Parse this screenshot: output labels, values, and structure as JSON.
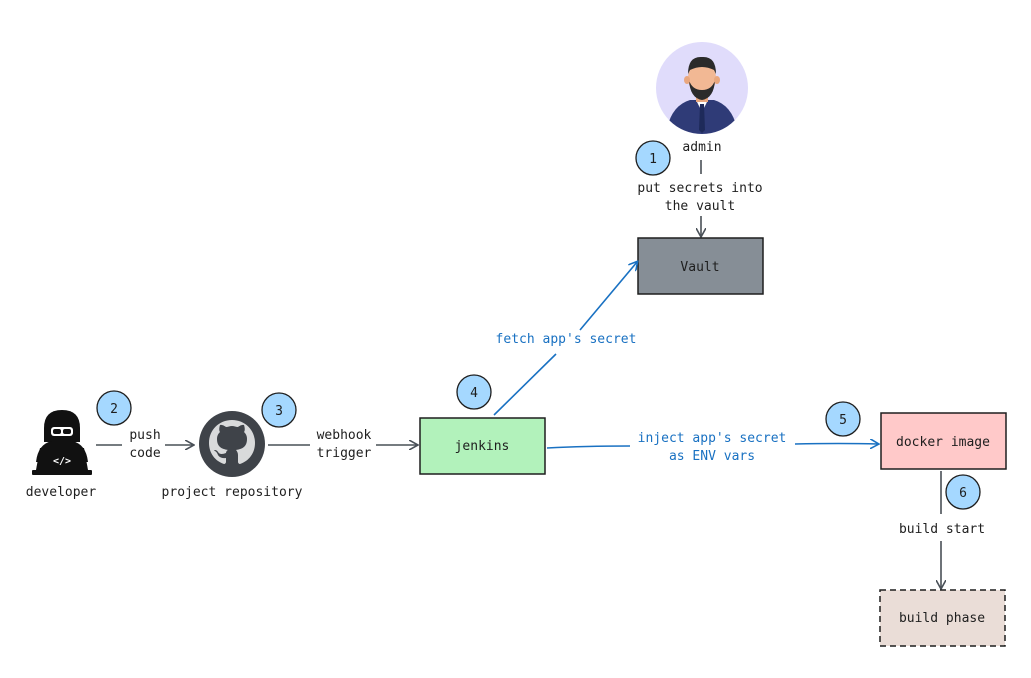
{
  "nodes": {
    "admin": {
      "label": "admin"
    },
    "vault": {
      "label": "Vault",
      "fill": "#868e96"
    },
    "developer": {
      "label": "developer"
    },
    "repository": {
      "label": "project repository"
    },
    "jenkins": {
      "label": "jenkins",
      "fill": "#b2f2bb"
    },
    "docker_image": {
      "label": "docker image",
      "fill": "#ffc9c9"
    },
    "build_phase": {
      "label": "build phase",
      "fill": "#eaddd7"
    }
  },
  "edges": {
    "admin_to_vault": [
      "put secrets into",
      "the vault"
    ],
    "dev_to_repo": [
      "push",
      "code"
    ],
    "repo_to_jenkins": [
      "webhook",
      "trigger"
    ],
    "jenkins_to_vault": [
      "fetch app's secret"
    ],
    "jenkins_to_docker": [
      "inject app's secret",
      "as ENV vars"
    ],
    "docker_to_build": [
      "build start"
    ]
  },
  "steps": [
    "1",
    "2",
    "3",
    "4",
    "5",
    "6"
  ],
  "colors": {
    "step_badge": "#a5d8ff",
    "blue_edge": "#1971c2",
    "dark_edge": "#495057",
    "stroke": "#1e1e1e",
    "avatar_bg": "#e0dcfb",
    "github_icon": "#3f4349"
  }
}
